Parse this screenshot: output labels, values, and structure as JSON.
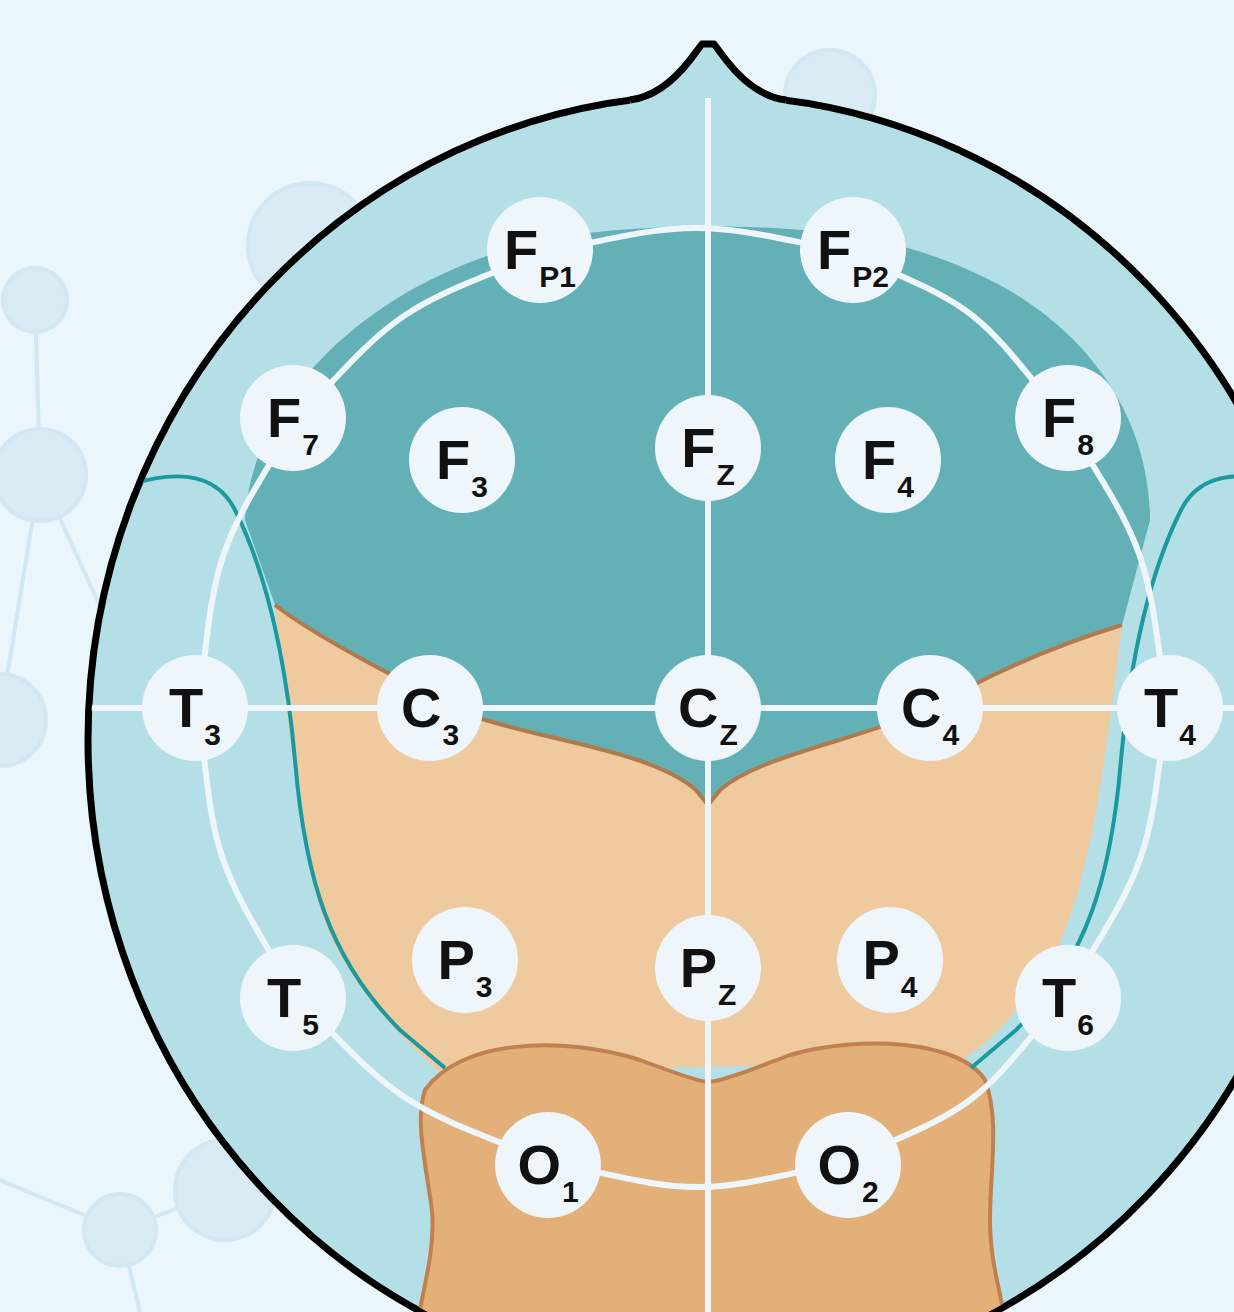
{
  "diagram": {
    "nodes": [
      {
        "text": [
          "F",
          "P1"
        ]
      },
      {
        "text": [
          "F",
          "P2"
        ]
      },
      {
        "text": [
          "F",
          "7"
        ]
      },
      {
        "text": [
          "F",
          "3"
        ]
      },
      {
        "text": [
          "F",
          "Z"
        ]
      },
      {
        "text": [
          "F",
          "4"
        ]
      },
      {
        "text": [
          "F",
          "8"
        ]
      },
      {
        "text": [
          "T",
          "3"
        ]
      },
      {
        "text": [
          "C",
          "3"
        ]
      },
      {
        "text": [
          "C",
          "Z"
        ]
      },
      {
        "text": [
          "C",
          "4"
        ]
      },
      {
        "text": [
          "T",
          "4"
        ]
      },
      {
        "text": [
          "T",
          "5"
        ]
      },
      {
        "text": [
          "P",
          "3"
        ]
      },
      {
        "text": [
          "P",
          "Z"
        ]
      },
      {
        "text": [
          "P",
          "4"
        ]
      },
      {
        "text": [
          "T",
          "6"
        ]
      },
      {
        "text": [
          "O",
          "1"
        ]
      },
      {
        "text": [
          "O",
          "2"
        ]
      }
    ],
    "edges": [
      {
        "from": 0,
        "to": 1,
        "arrow": "none"
      },
      {
        "from": 0,
        "to": 2,
        "arrow": "none"
      },
      {
        "from": 1,
        "to": 6,
        "arrow": "none"
      },
      {
        "from": 2,
        "to": 7,
        "arrow": "none"
      },
      {
        "from": 6,
        "to": 11,
        "arrow": "none"
      },
      {
        "from": 7,
        "to": 8,
        "arrow": "none"
      },
      {
        "from": 8,
        "to": 9,
        "arrow": "none"
      },
      {
        "from": 9,
        "to": 10,
        "arrow": "none"
      },
      {
        "from": 10,
        "to": 11,
        "arrow": "none"
      },
      {
        "from": 4,
        "to": 9,
        "arrow": "none"
      },
      {
        "from": 9,
        "to": 14,
        "arrow": "none"
      },
      {
        "from": 7,
        "to": 12,
        "arrow": "none"
      },
      {
        "from": 11,
        "to": 16,
        "arrow": "none"
      },
      {
        "from": 12,
        "to": 17,
        "arrow": "none"
      },
      {
        "from": 16,
        "to": 18,
        "arrow": "none"
      },
      {
        "from": 17,
        "to": 18,
        "arrow": "none"
      }
    ]
  }
}
